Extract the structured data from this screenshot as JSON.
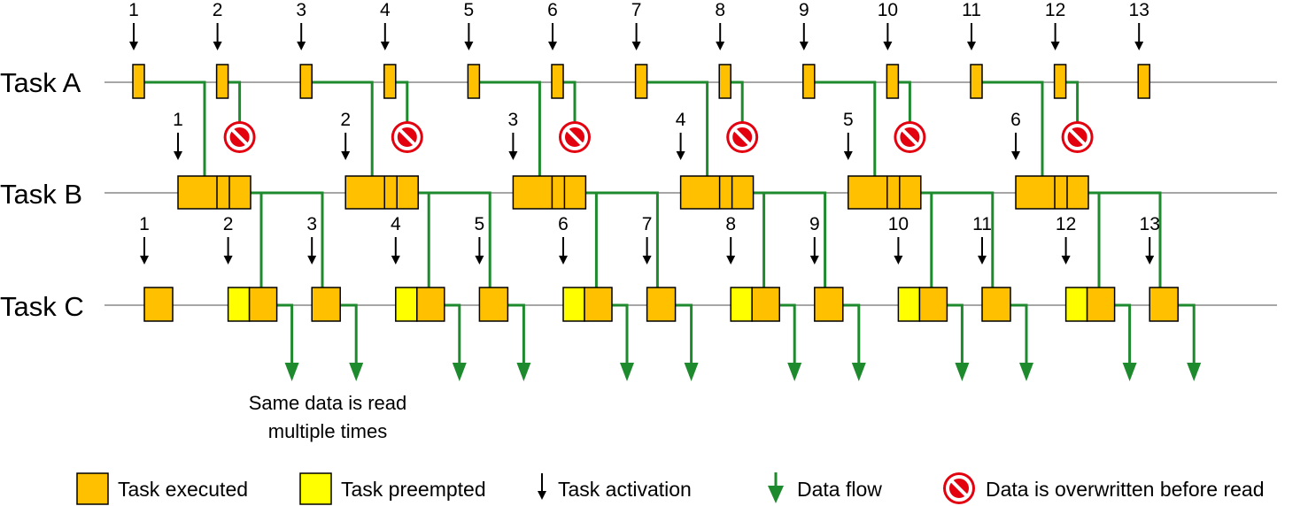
{
  "tasks": [
    {
      "id": "A",
      "label": "Task A"
    },
    {
      "id": "B",
      "label": "Task B"
    },
    {
      "id": "C",
      "label": "Task C"
    }
  ],
  "activations": {
    "A": [
      "1",
      "2",
      "3",
      "4",
      "5",
      "6",
      "7",
      "8",
      "9",
      "10",
      "11",
      "12",
      "13"
    ],
    "B": [
      "1",
      "2",
      "3",
      "4",
      "5",
      "6"
    ],
    "C": [
      "1",
      "2",
      "3",
      "4",
      "5",
      "6",
      "7",
      "8",
      "9",
      "10",
      "11",
      "12",
      "13"
    ]
  },
  "note": {
    "line1": "Same data is read",
    "line2": "multiple times"
  },
  "legend": {
    "executed": "Task executed",
    "preempted": "Task preempted",
    "activation": "Task activation",
    "dataflow": "Data flow",
    "overwritten": "Data is overwritten before read"
  },
  "colors": {
    "executed": "#FFC000",
    "preempted": "#FFFF00",
    "flow": "#1E8A2E",
    "overwrite": "#E3000F",
    "timeline": "#A6A6A6"
  }
}
